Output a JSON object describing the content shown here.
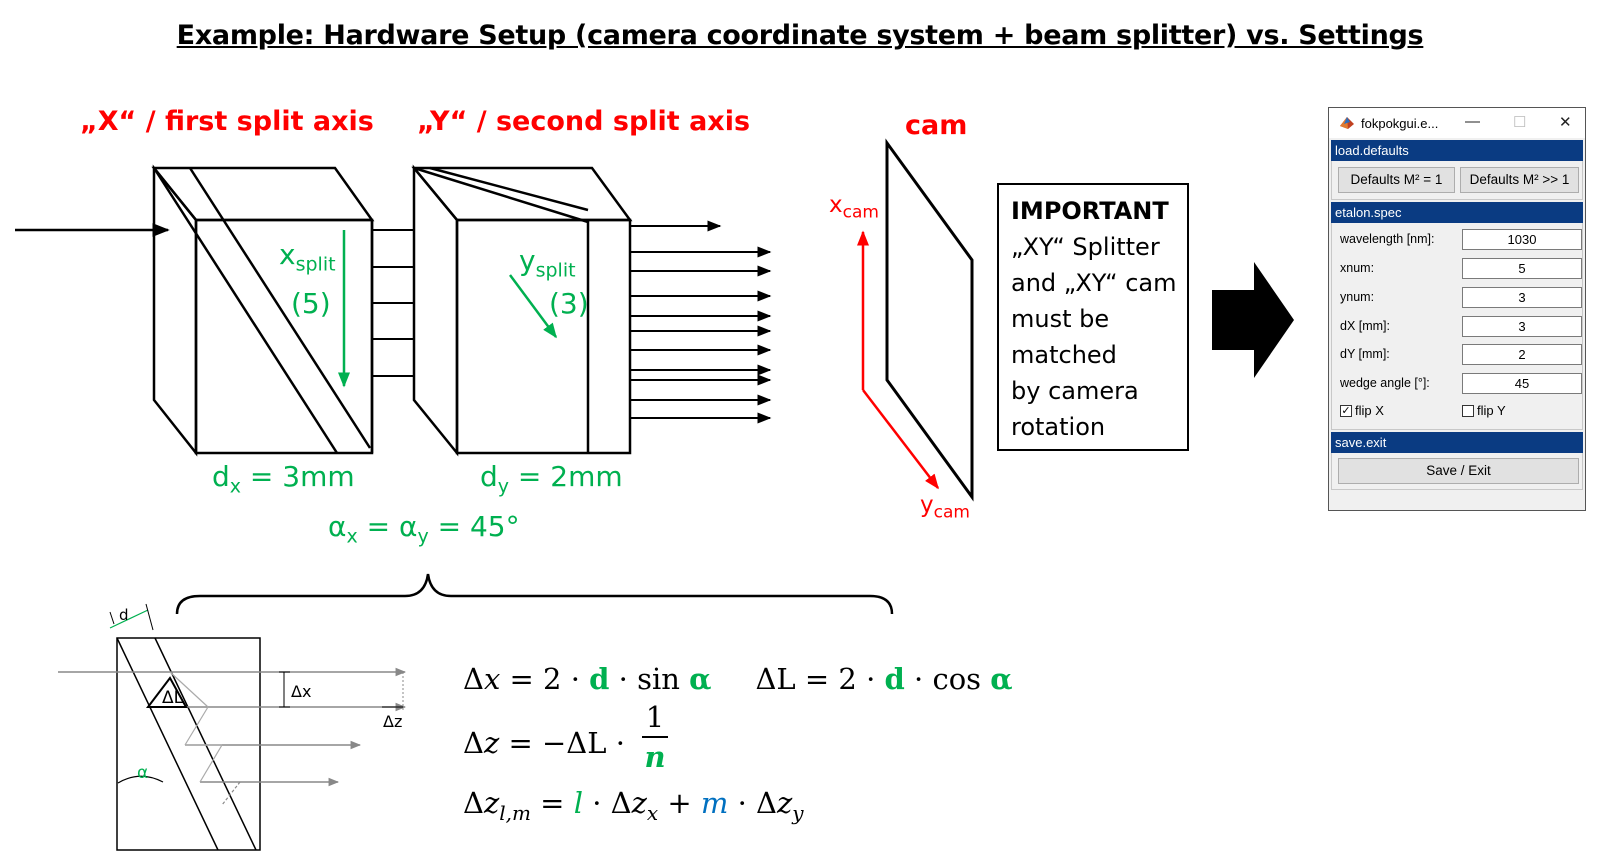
{
  "title": "Example: Hardware Setup (camera coordinate system + beam splitter) vs. Settings",
  "labels": {
    "x_axis": "„X“ / first split axis",
    "y_axis": "„Y“ / second split axis",
    "cam": "cam",
    "x_split_main": "x",
    "x_split_sub": "split",
    "x_split_num": "(5)",
    "y_split_main": "y",
    "y_split_sub": "split",
    "y_split_num": "(3)",
    "dx_main": "d",
    "dx_sub": "x",
    "dx_val": " = 3mm",
    "dy_main": "d",
    "dy_sub": "y",
    "dy_val": " = 2mm",
    "alpha_x": "α",
    "alpha_x_sub": "x",
    "alpha_eq": " = α",
    "alpha_y_sub": "y",
    "alpha_val": " = 45°",
    "xcam_main": "x",
    "xcam_sub": "cam",
    "ycam_main": "y",
    "ycam_sub": "cam"
  },
  "important": {
    "head": "IMPORTANT",
    "lines": [
      "„XY“ Splitter",
      "and „XY“ cam",
      "must be",
      "matched",
      "by camera",
      "rotation"
    ]
  },
  "detail": {
    "d": "d",
    "dL": "ΔL",
    "dx": "Δx",
    "dz": "Δz",
    "alpha": "α"
  },
  "formulas": {
    "f1a": "Δ",
    "f1b": "x",
    "f1c": " = 2 · ",
    "f1d": "d",
    "f1e": " · sin ",
    "f1f": "α",
    "f1g": "ΔL = 2 · ",
    "f1h": "d",
    "f1i": " · cos ",
    "f1j": "α",
    "f2a": "Δ",
    "f2b": "z",
    "f2c": " =  −ΔL · ",
    "f2num": "1",
    "f2den": "n",
    "f3a": "Δ",
    "f3b": "z",
    "f3sub": "l,m",
    "f3c": " = ",
    "f3l": "l",
    "f3d": " · Δ",
    "f3e": "z",
    "f3subx": "x",
    "f3f": " + ",
    "f3m": "m",
    "f3g": " · Δ",
    "f3h": "z",
    "f3suby": "y"
  },
  "gui": {
    "window_title": "fokpokgui.e...",
    "minimize": "—",
    "maximize": "☐",
    "close": "✕",
    "load_head": "load.defaults",
    "btn_defaults1": "Defaults M² = 1",
    "btn_defaults2": "Defaults M² >> 1",
    "etalon_head": "etalon.spec",
    "fields": [
      {
        "label": "wavelength [nm]:",
        "value": "1030"
      },
      {
        "label": "xnum:",
        "value": "5"
      },
      {
        "label": "ynum:",
        "value": "3"
      },
      {
        "label": "dX [mm]:",
        "value": "3"
      },
      {
        "label": "dY [mm]:",
        "value": "2"
      },
      {
        "label": "wedge angle [°]:",
        "value": "45"
      }
    ],
    "flip_x": "flip X",
    "flip_x_checked": "✓",
    "flip_y": "flip Y",
    "save_head": "save.exit",
    "btn_save": "Save / Exit"
  }
}
